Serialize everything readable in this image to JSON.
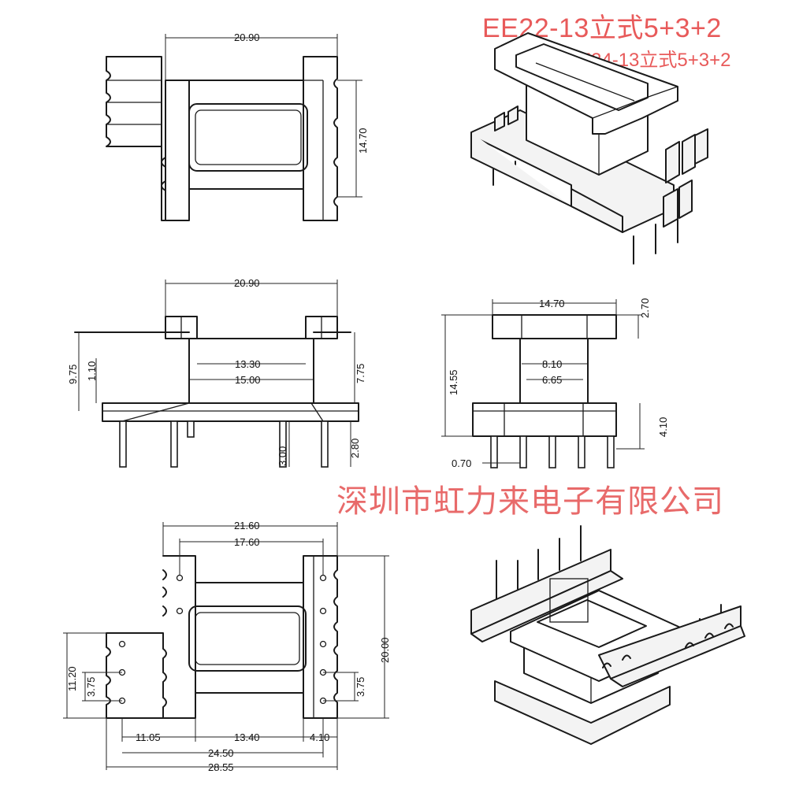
{
  "titles": {
    "model_primary": "EE22-13立式5+3+2",
    "model_secondary": "EE24-13立式5+3+2",
    "company": "深圳市虹力来电子有限公司"
  },
  "top_view": {
    "width": "20.90",
    "height": "14.70"
  },
  "side_view": {
    "width": "20.90",
    "inner_13": "13.30",
    "inner_15": "15.00",
    "height_left": "9.75",
    "flange_left": "1.10",
    "height_right": "7.75",
    "pin_left": "3.00",
    "pin_right": "2.80"
  },
  "front_view": {
    "width": "14.70",
    "top_flange": "2.70",
    "inner_8": "8.10",
    "inner_6": "6.65",
    "height": "14.55",
    "base": "4.10",
    "pin_width": "0.70"
  },
  "bottom_view": {
    "width_outer": "21.60",
    "width_inner": "17.60",
    "height": "20.00",
    "left_height": "11.20",
    "left_pitch": "3.75",
    "right_pitch": "3.75",
    "left_offset": "11.05",
    "middle": "13.40",
    "right_offset": "4.10",
    "span_mid": "24.50",
    "span_total": "28.55"
  },
  "colors": {
    "title_red": "#e85a5a",
    "line": "#1a1a1a"
  }
}
